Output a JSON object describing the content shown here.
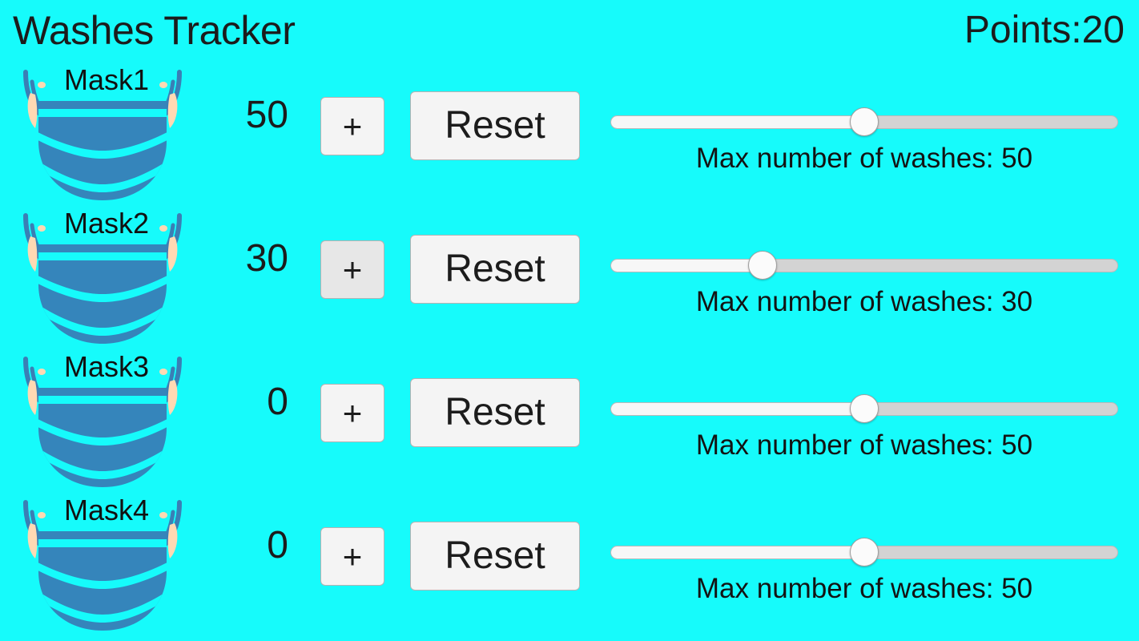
{
  "header": {
    "title": "Washes Tracker",
    "points_label": "Points:20"
  },
  "colors": {
    "background": "#16fbfb",
    "mask_body": "#3585bb",
    "mask_loop": "#3a7fb5",
    "mask_ear": "#ffd9b3",
    "button_face": "#f4f4f4",
    "button_face_pressed": "#e7e7e7",
    "button_border": "#b3b3b3",
    "track_empty": "#d3d3d3",
    "track_fill": "#f7f7f7",
    "thumb": "#fbfbfb",
    "text": "#1c1c1c"
  },
  "slider": {
    "min": 0,
    "max": 100,
    "caption_prefix": "Max number of washes: "
  },
  "buttons": {
    "increment_label": "+",
    "reset_label": "Reset"
  },
  "rows": [
    {
      "mask_label": "Mask1",
      "count": "50",
      "plus_label": "+",
      "reset_label": "Reset",
      "max_washes": "50",
      "slider_percent": 50,
      "slider_caption": "Max number of washes: 50",
      "plus_pressed": false
    },
    {
      "mask_label": "Mask2",
      "count": "30",
      "plus_label": "+",
      "reset_label": "Reset",
      "max_washes": "30",
      "slider_percent": 30,
      "slider_caption": "Max number of washes: 30",
      "plus_pressed": true
    },
    {
      "mask_label": "Mask3",
      "count": "0",
      "plus_label": "+",
      "reset_label": "Reset",
      "max_washes": "50",
      "slider_percent": 50,
      "slider_caption": "Max number of washes: 50",
      "plus_pressed": false
    },
    {
      "mask_label": "Mask4",
      "count": "0",
      "plus_label": "+",
      "reset_label": "Reset",
      "max_washes": "50",
      "slider_percent": 50,
      "slider_caption": "Max number of washes: 50",
      "plus_pressed": false
    }
  ]
}
